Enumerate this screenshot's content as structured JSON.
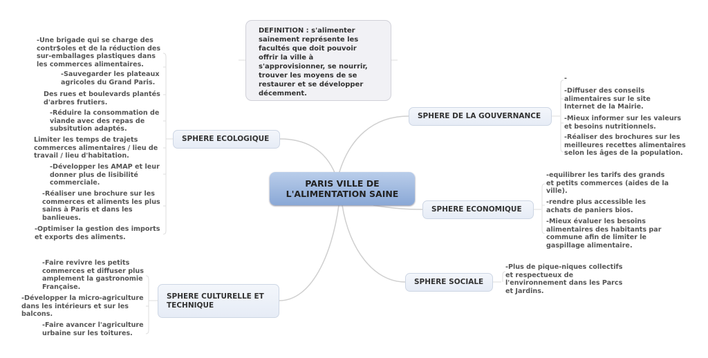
{
  "central": "PARIS VILLE DE L'ALIMENTATION SAINE",
  "definition": "DEFINITION : s'alimenter sainement représente les facultés que doit pouvoir offrir la ville à s'approvisionner, se nourrir, trouver les moyens de se restaurer et se développer décemment.",
  "branches": {
    "ecologique": {
      "label": "SPHERE ECOLOGIQUE",
      "items": [
        "-Une brigade qui se charge des contr$oles et de la réduction des sur-emballages plastiques dans les commerces alimentaires.",
        "-Sauvegarder les plateaux agricoles du Grand Paris.",
        "Des rues et boulevards plantés d'arbres frutiers.",
        "-Réduire la consommation de viande avec des repas de subsitution adaptés.",
        "Limiter les temps de trajets commerces alimentaires / lieu de travail / lieu d'habitation.",
        "-Développer les AMAP et leur donner plus de lisibilité commerciale.",
        "-Réaliser une brochure sur les commerces et aliments les plus sains à Paris et dans les banlieues.",
        "-Optimiser la gestion des imports et exports des aliments."
      ]
    },
    "culturelle": {
      "label": "SPHERE CULTURELLE ET TECHNIQUE",
      "items": [
        "-Faire revivre les petits commerces et diffuser plus amplement la gastronomie Française.",
        "-Développer la micro-agriculture dans les intérieurs et sur les balcons.",
        "-Faire avancer l'agriculture urbaine sur les toitures."
      ]
    },
    "gouvernance": {
      "label": "SPHERE DE LA GOUVERNANCE",
      "items": [
        "-",
        "-Diffuser des conseils alimentaires sur le site Internet de la Mairie.",
        "-Mieux informer sur les valeurs et besoins nutritionnels.",
        "-Réaliser des brochures sur les meilleures recettes alimentaires selon les âges de la population."
      ]
    },
    "economique": {
      "label": "SPHERE ECONOMIQUE",
      "items": [
        "-equilibrer les tarifs des grands et petits commerces (aides de la ville).",
        "-rendre plus accessible les achats de paniers bios.",
        "-Mieux évaluer les besoins alimentaires des habitants par commune afin de limiter le gaspillage alimentaire."
      ]
    },
    "sociale": {
      "label": "SPHERE SOCIALE",
      "items": [
        "-Plus de pique-niques collectifs et respectueux de l'environnement dans les Parcs et Jardins."
      ]
    }
  }
}
